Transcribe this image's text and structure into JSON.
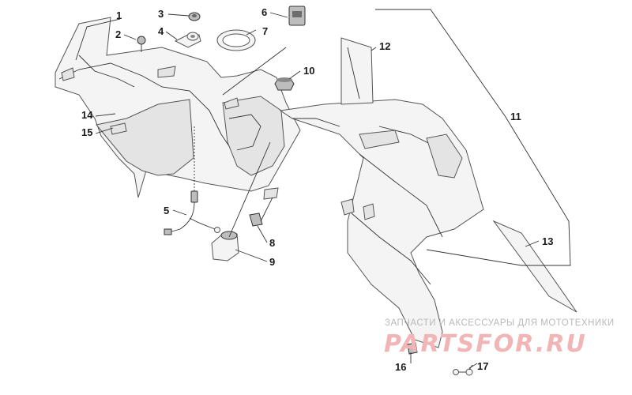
{
  "callouts": [
    {
      "id": "1",
      "label": "1"
    },
    {
      "id": "2",
      "label": "2"
    },
    {
      "id": "3",
      "label": "3"
    },
    {
      "id": "4",
      "label": "4"
    },
    {
      "id": "5",
      "label": "5"
    },
    {
      "id": "6",
      "label": "6"
    },
    {
      "id": "7",
      "label": "7"
    },
    {
      "id": "8",
      "label": "8"
    },
    {
      "id": "9",
      "label": "9"
    },
    {
      "id": "10",
      "label": "10"
    },
    {
      "id": "11",
      "label": "11"
    },
    {
      "id": "12",
      "label": "12"
    },
    {
      "id": "13",
      "label": "13"
    },
    {
      "id": "14",
      "label": "14"
    },
    {
      "id": "15",
      "label": "15"
    },
    {
      "id": "16",
      "label": "16"
    },
    {
      "id": "17",
      "label": "17"
    }
  ],
  "watermark": {
    "tagline": "ЗАПЧАСТИ И АКСЕССУАРЫ ДЛЯ МОТОТЕХНИКИ",
    "logo": "PARTSFOR.RU"
  }
}
